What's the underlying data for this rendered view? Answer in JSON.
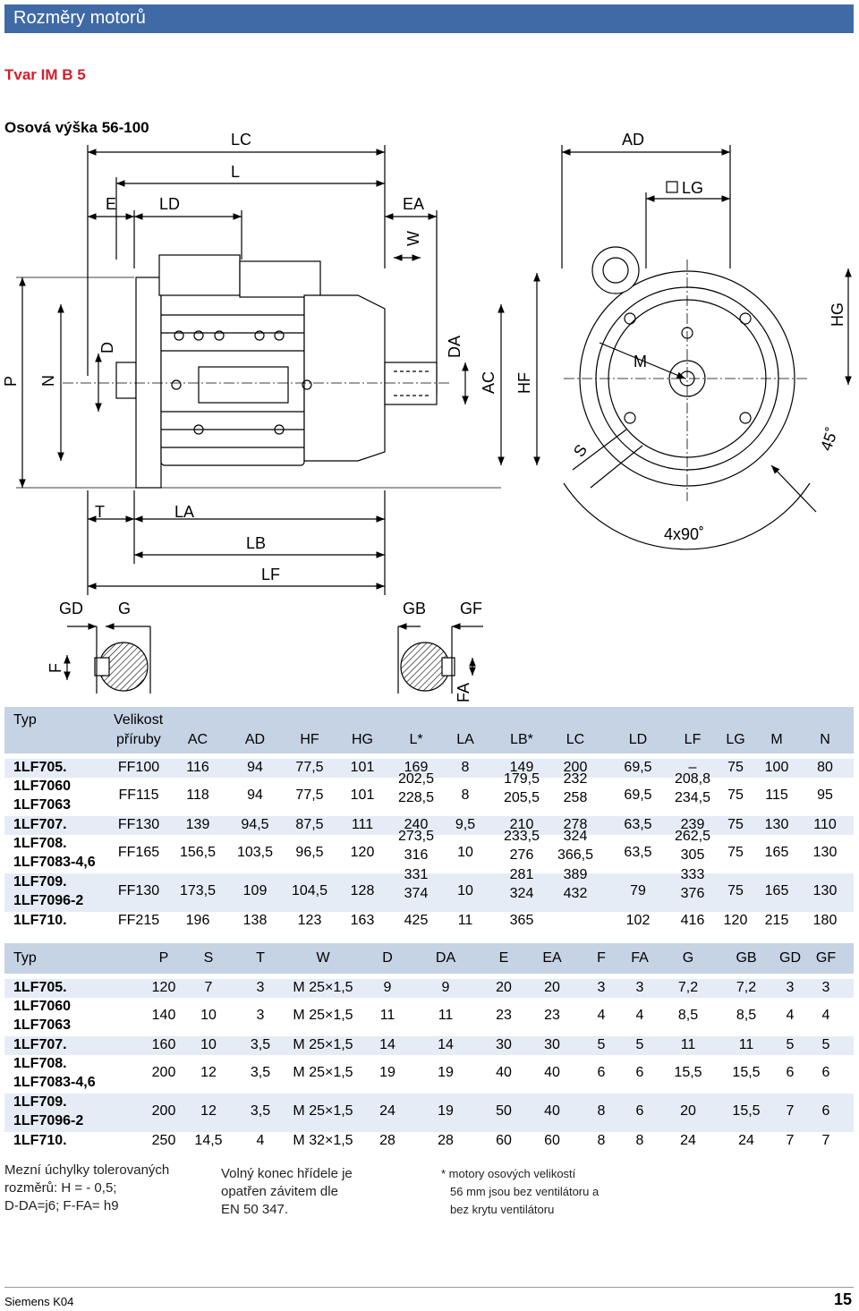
{
  "header": {
    "title": "Rozměry motorů"
  },
  "form_title": "Tvar IM B 5",
  "axis_height_title": "Osová výška 56-100",
  "drawing_labels": {
    "LC": "LC",
    "L": "L",
    "E": "E",
    "LD": "LD",
    "EA": "EA",
    "W": "W",
    "AD": "AD",
    "LG": "LG",
    "HG": "HG",
    "P": "P",
    "N": "N",
    "D": "D",
    "DA": "DA",
    "AC": "AC",
    "HF": "HF",
    "M": "M",
    "S": "S",
    "deg45": "45˚",
    "T": "T",
    "LA": "LA",
    "LB": "LB",
    "LF": "LF",
    "x490": "4x90˚",
    "GD": "GD",
    "G": "G",
    "GB": "GB",
    "GF": "GF",
    "F": "F",
    "FA": "FA"
  },
  "table1": {
    "headers": [
      "Typ",
      "Velikost",
      "příruby",
      "AC",
      "AD",
      "HF",
      "HG",
      "L*",
      "LA",
      "LB*",
      "LC",
      "LD",
      "LF",
      "LG",
      "M",
      "N"
    ],
    "rows": [
      {
        "types": [
          "1LF705."
        ],
        "cells": [
          [
            "FF100"
          ],
          [
            "116"
          ],
          [
            "94"
          ],
          [
            "77,5"
          ],
          [
            "101"
          ],
          [
            "169"
          ],
          [
            "8"
          ],
          [
            "149"
          ],
          [
            "200"
          ],
          [
            "69,5"
          ],
          [
            "–"
          ],
          [
            "75"
          ],
          [
            "100"
          ],
          [
            "80"
          ]
        ]
      },
      {
        "types": [
          "1LF7060",
          "1LF7063"
        ],
        "cells": [
          [
            "FF115"
          ],
          [
            "118"
          ],
          [
            "94"
          ],
          [
            "77,5"
          ],
          [
            "101"
          ],
          [
            "202,5",
            "228,5"
          ],
          [
            "8"
          ],
          [
            "179,5",
            "205,5"
          ],
          [
            "232",
            "258"
          ],
          [
            "69,5"
          ],
          [
            "208,8",
            "234,5"
          ],
          [
            "75"
          ],
          [
            "115"
          ],
          [
            "95"
          ]
        ]
      },
      {
        "types": [
          "1LF707."
        ],
        "cells": [
          [
            "FF130"
          ],
          [
            "139"
          ],
          [
            "94,5"
          ],
          [
            "87,5"
          ],
          [
            "111"
          ],
          [
            "240"
          ],
          [
            "9,5"
          ],
          [
            "210"
          ],
          [
            "278"
          ],
          [
            "63,5"
          ],
          [
            "239"
          ],
          [
            "75"
          ],
          [
            "130"
          ],
          [
            "110"
          ]
        ]
      },
      {
        "types": [
          "1LF708.",
          "1LF7083-4,6"
        ],
        "cells": [
          [
            "FF165"
          ],
          [
            "156,5"
          ],
          [
            "103,5"
          ],
          [
            "96,5"
          ],
          [
            "120"
          ],
          [
            "273,5",
            "316"
          ],
          [
            "10"
          ],
          [
            "233,5",
            "276"
          ],
          [
            "324",
            "366,5"
          ],
          [
            "63,5"
          ],
          [
            "262,5",
            "305"
          ],
          [
            "75"
          ],
          [
            "165"
          ],
          [
            "130"
          ]
        ]
      },
      {
        "types": [
          "1LF709.",
          "1LF7096-2"
        ],
        "cells": [
          [
            "FF130"
          ],
          [
            "173,5"
          ],
          [
            "109"
          ],
          [
            "104,5"
          ],
          [
            "128"
          ],
          [
            "331",
            "374"
          ],
          [
            "10"
          ],
          [
            "281",
            "324"
          ],
          [
            "389",
            "432"
          ],
          [
            "79"
          ],
          [
            "333",
            "376"
          ],
          [
            "75"
          ],
          [
            "165"
          ],
          [
            "130"
          ]
        ]
      },
      {
        "types": [
          "1LF710."
        ],
        "cells": [
          [
            "FF215"
          ],
          [
            "196"
          ],
          [
            "138"
          ],
          [
            "123"
          ],
          [
            "163"
          ],
          [
            "425"
          ],
          [
            "11"
          ],
          [
            "365"
          ],
          [
            ""
          ],
          [
            "102"
          ],
          [
            "416"
          ],
          [
            "120"
          ],
          [
            "215"
          ],
          [
            "180"
          ]
        ]
      }
    ]
  },
  "table2": {
    "headers": [
      "Typ",
      "P",
      "S",
      "T",
      "W",
      "D",
      "DA",
      "E",
      "EA",
      "F",
      "FA",
      "G",
      "GB",
      "GD",
      "GF"
    ],
    "rows": [
      {
        "types": [
          "1LF705."
        ],
        "cells": [
          "120",
          "7",
          "3",
          "M 25×1,5",
          "9",
          "9",
          "20",
          "20",
          "3",
          "3",
          "7,2",
          "7,2",
          "3",
          "3"
        ]
      },
      {
        "types": [
          "1LF7060",
          "1LF7063"
        ],
        "cells": [
          "140",
          "10",
          "3",
          "M 25×1,5",
          "11",
          "11",
          "23",
          "23",
          "4",
          "4",
          "8,5",
          "8,5",
          "4",
          "4"
        ]
      },
      {
        "types": [
          "1LF707."
        ],
        "cells": [
          "160",
          "10",
          "3,5",
          "M 25×1,5",
          "14",
          "14",
          "30",
          "30",
          "5",
          "5",
          "11",
          "11",
          "5",
          "5"
        ]
      },
      {
        "types": [
          "1LF708.",
          "1LF7083-4,6"
        ],
        "cells": [
          "200",
          "12",
          "3,5",
          "M 25×1,5",
          "19",
          "19",
          "40",
          "40",
          "6",
          "6",
          "15,5",
          "15,5",
          "6",
          "6"
        ]
      },
      {
        "types": [
          "1LF709.",
          "1LF7096-2"
        ],
        "cells": [
          "200",
          "12",
          "3,5",
          "M 25×1,5",
          "24",
          "19",
          "50",
          "40",
          "8",
          "6",
          "20",
          "15,5",
          "7",
          "6"
        ]
      },
      {
        "types": [
          "1LF710."
        ],
        "cells": [
          "250",
          "14,5",
          "4",
          "M 32×1,5",
          "28",
          "28",
          "60",
          "60",
          "8",
          "8",
          "24",
          "24",
          "7",
          "7"
        ]
      }
    ]
  },
  "notes": {
    "tolerance": [
      "Mezní úchylky tolerovaných",
      "rozměrů: H = - 0,5;",
      "D-DA=j6; F-FA= h9"
    ],
    "shaft": [
      "Volný konec hřídele je",
      "opatřen závitem dle",
      "EN  50  347."
    ],
    "asterisk": [
      "* motory osových velikostí",
      "56  mm jsou bez ventilátoru a",
      "bez krytu ventilátoru"
    ]
  },
  "footer": {
    "brand": "Siemens K04",
    "page": "15"
  },
  "colors": {
    "header_bg": "#3f6aa6",
    "title_red": "#d21e2b",
    "table_header": "#c6d3e5",
    "table_row_alt": "#e6ecf5"
  }
}
